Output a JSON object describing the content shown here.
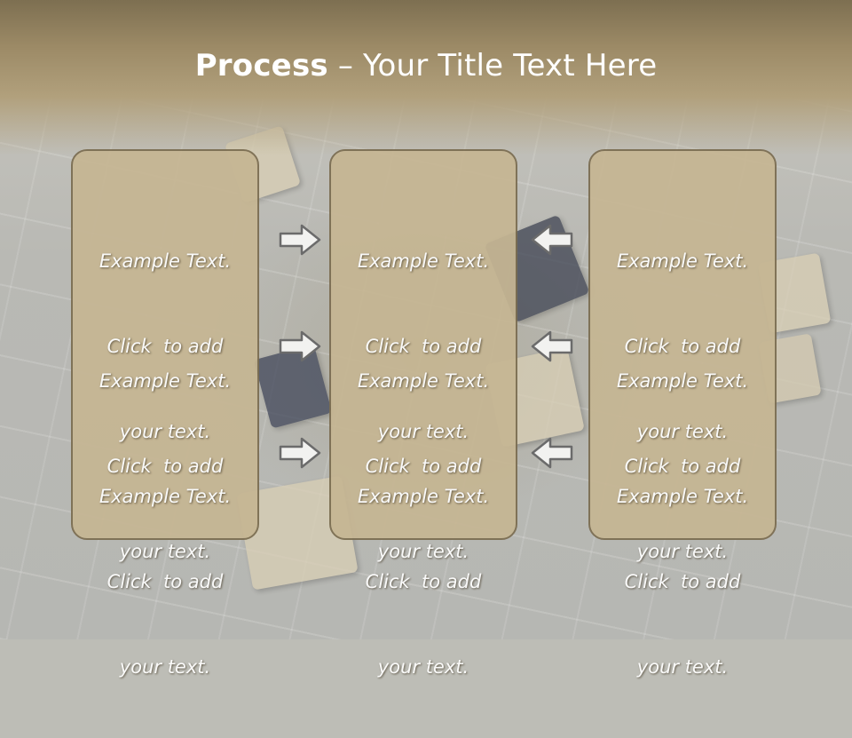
{
  "slide": {
    "title_bold": "Process",
    "title_rest": " – Your Title Text Here"
  },
  "columns": [
    {
      "cells": [
        {
          "line1": "Example Text.",
          "line2": "Click  to add",
          "line3": "your text."
        },
        {
          "line1": "Example Text.",
          "line2": "Click  to add",
          "line3": "your text."
        },
        {
          "line1": "Example Text.",
          "line2": "Click  to add",
          "line3": "your text."
        }
      ]
    },
    {
      "cells": [
        {
          "line1": "Example Text.",
          "line2": "Click  to add",
          "line3": "your text."
        },
        {
          "line1": "Example Text.",
          "line2": "Click  to add",
          "line3": "your text."
        },
        {
          "line1": "Example Text.",
          "line2": "Click  to add",
          "line3": "your text."
        }
      ]
    },
    {
      "cells": [
        {
          "line1": "Example Text.",
          "line2": "Click  to add",
          "line3": "your text."
        },
        {
          "line1": "Example Text.",
          "line2": "Click  to add",
          "line3": "your text."
        },
        {
          "line1": "Example Text.",
          "line2": "Click  to add",
          "line3": "your text."
        }
      ]
    }
  ],
  "arrows": {
    "left_group": "right-arrow-icon",
    "right_group": "left-arrow-icon"
  },
  "colors": {
    "box_fill": "#c6b693",
    "box_border": "#7b6d51",
    "title_band": "#9c8a66",
    "arrow_stroke": "#6b6b6b"
  }
}
